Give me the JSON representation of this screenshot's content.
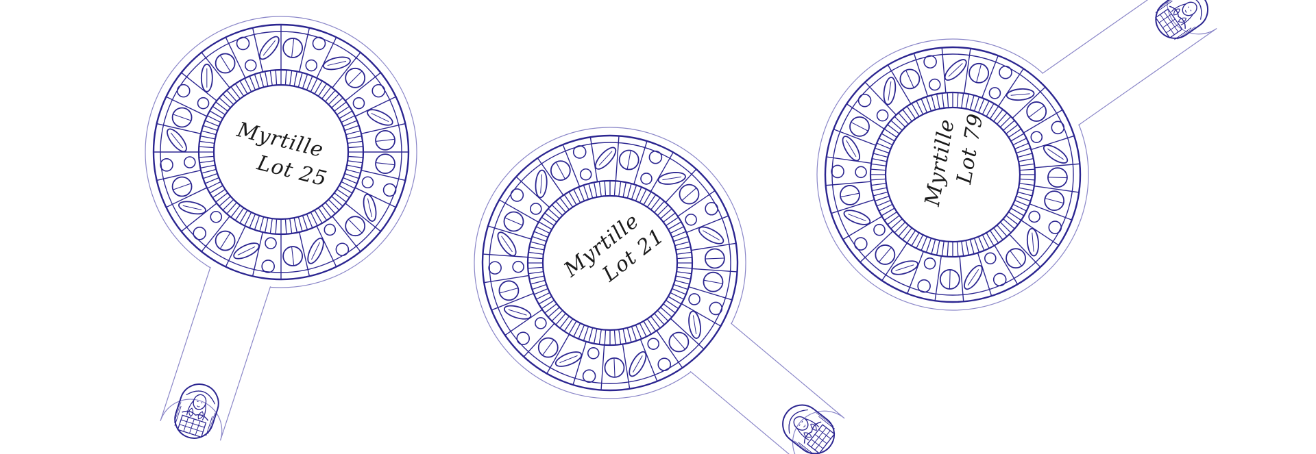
{
  "design": {
    "stroke_color": "#2b2590",
    "outline_color": "#8a86c8",
    "text_color": "#1b1b1b",
    "label_icon": "woman-with-basket-illustration"
  },
  "items": [
    {
      "line1": "Myrtille",
      "line2": "Lot 25"
    },
    {
      "line1": "Myrtille",
      "line2": "Lot 21"
    },
    {
      "line1": "Myrtille",
      "line2": "Lot 79"
    }
  ]
}
